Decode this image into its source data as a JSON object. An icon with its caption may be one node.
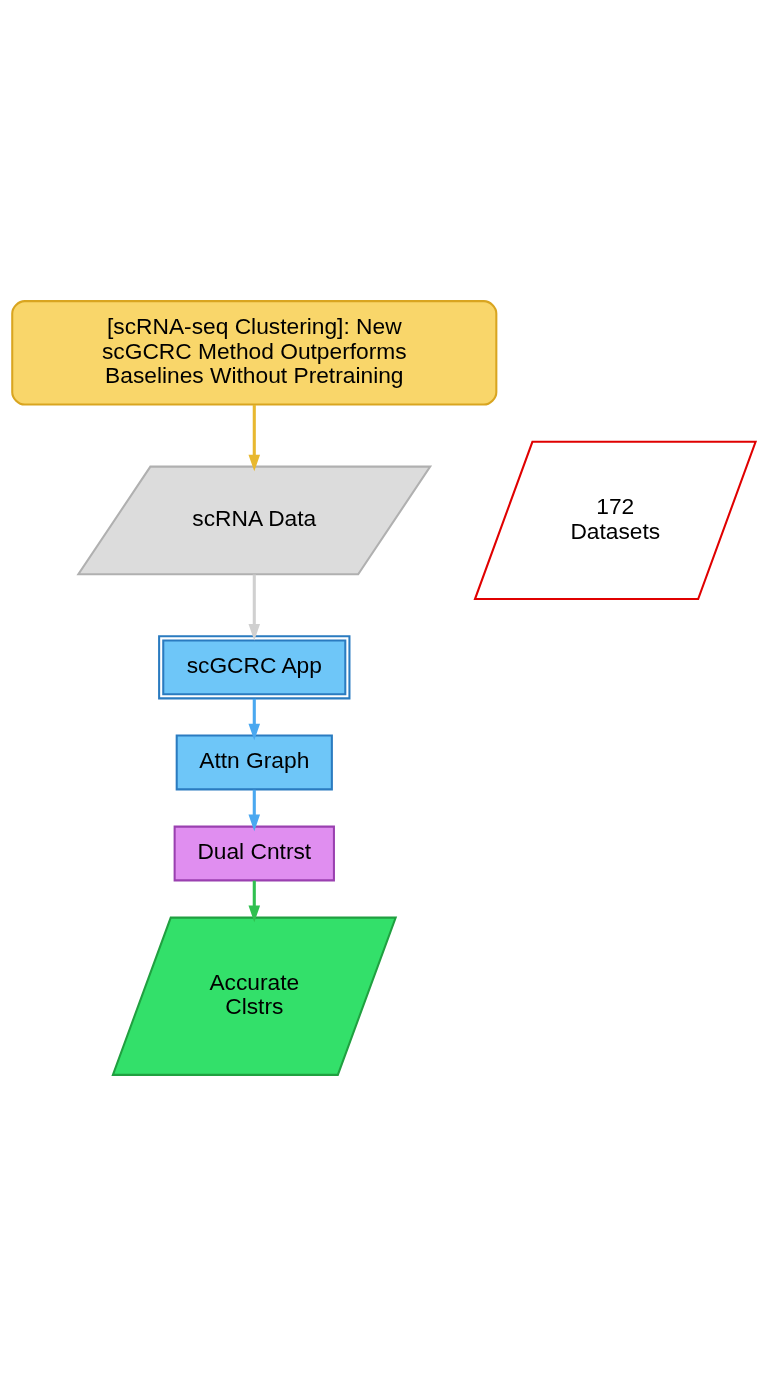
{
  "diagram": {
    "nodes": [
      {
        "text": [
          "[scRNA-seq Clustering]: New scGCRC Method Outperforms Baselines Without Pretraining"
        ]
      },
      {
        "text": [
          "scRNA Data"
        ]
      },
      {
        "text": [
          "172 Datasets"
        ]
      },
      {
        "text": [
          "scGCRC App"
        ]
      },
      {
        "text": [
          "Attn Graph"
        ]
      },
      {
        "text": [
          "Dual Cntrst"
        ]
      },
      {
        "text": [
          "Accurate Clstrs"
        ]
      }
    ],
    "edges": [
      {
        "from": 0,
        "to": 1,
        "arrow": "to",
        "color": "#e8b830"
      },
      {
        "from": 1,
        "to": 3,
        "arrow": "to",
        "color": "#d0d0d0"
      },
      {
        "from": 3,
        "to": 4,
        "arrow": "to"
      },
      {
        "from": 4,
        "to": 5,
        "arrow": "to"
      },
      {
        "from": 5,
        "to": 6,
        "arrow": "to",
        "color": "#30c050"
      }
    ]
  }
}
